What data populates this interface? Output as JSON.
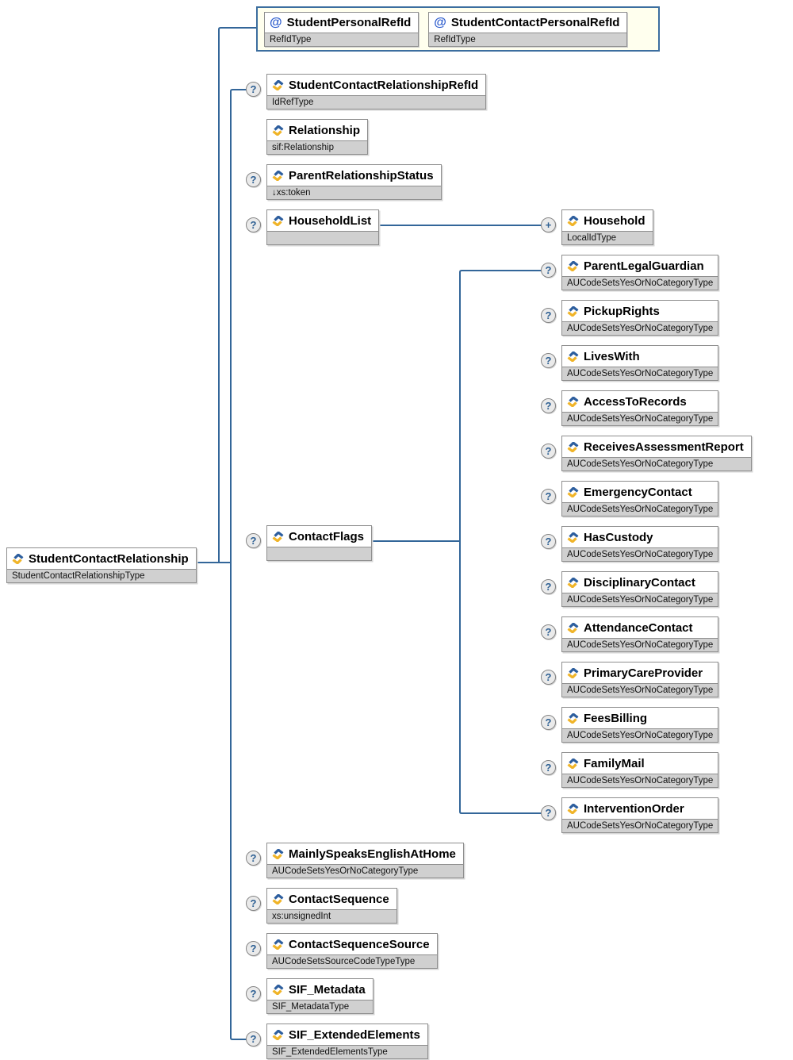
{
  "markers": {
    "optional_glyph": "?",
    "repeat_glyph": "+",
    "attribute_glyph": "@"
  },
  "colors": {
    "line": "#336699",
    "type_row_bg": "#d0d0d0",
    "marker_glyph": "#2e6093",
    "attr_group_bg": "#ffffee",
    "attr_group_border": "#3c6e9f",
    "icon_blue": "#2d5e9e",
    "icon_yellow": "#f0b428"
  },
  "root": {
    "name": "StudentContactRelationship",
    "type": "StudentContactRelationshipType",
    "occurs": "required"
  },
  "attributes_group": {
    "items": [
      {
        "name": "StudentPersonalRefId",
        "type": "RefIdType"
      },
      {
        "name": "StudentContactPersonalRefId",
        "type": "RefIdType"
      }
    ]
  },
  "elements": [
    {
      "name": "StudentContactRelationshipRefId",
      "type": "IdRefType",
      "occurs": "optional"
    },
    {
      "name": "Relationship",
      "type": "sif:Relationship",
      "occurs": "required"
    },
    {
      "name": "ParentRelationshipStatus",
      "type": "↓xs:token",
      "occurs": "optional"
    },
    {
      "name": "HouseholdList",
      "type": "",
      "occurs": "optional"
    },
    {
      "name": "ContactFlags",
      "type": "",
      "occurs": "optional"
    },
    {
      "name": "MainlySpeaksEnglishAtHome",
      "type": "AUCodeSetsYesOrNoCategoryType",
      "occurs": "optional"
    },
    {
      "name": "ContactSequence",
      "type": "xs:unsignedInt",
      "occurs": "optional"
    },
    {
      "name": "ContactSequenceSource",
      "type": "AUCodeSetsSourceCodeTypeType",
      "occurs": "optional"
    },
    {
      "name": "SIF_Metadata",
      "type": "SIF_MetadataType",
      "occurs": "optional"
    },
    {
      "name": "SIF_ExtendedElements",
      "type": "SIF_ExtendedElementsType",
      "occurs": "optional"
    }
  ],
  "household": {
    "name": "Household",
    "type": "LocalIdType",
    "occurs": "repeating"
  },
  "contact_flags_children": [
    {
      "name": "ParentLegalGuardian",
      "type": "AUCodeSetsYesOrNoCategoryType",
      "occurs": "optional"
    },
    {
      "name": "PickupRights",
      "type": "AUCodeSetsYesOrNoCategoryType",
      "occurs": "optional"
    },
    {
      "name": "LivesWith",
      "type": "AUCodeSetsYesOrNoCategoryType",
      "occurs": "optional"
    },
    {
      "name": "AccessToRecords",
      "type": "AUCodeSetsYesOrNoCategoryType",
      "occurs": "optional"
    },
    {
      "name": "ReceivesAssessmentReport",
      "type": "AUCodeSetsYesOrNoCategoryType",
      "occurs": "optional"
    },
    {
      "name": "EmergencyContact",
      "type": "AUCodeSetsYesOrNoCategoryType",
      "occurs": "optional"
    },
    {
      "name": "HasCustody",
      "type": "AUCodeSetsYesOrNoCategoryType",
      "occurs": "optional"
    },
    {
      "name": "DisciplinaryContact",
      "type": "AUCodeSetsYesOrNoCategoryType",
      "occurs": "optional"
    },
    {
      "name": "AttendanceContact",
      "type": "AUCodeSetsYesOrNoCategoryType",
      "occurs": "optional"
    },
    {
      "name": "PrimaryCareProvider",
      "type": "AUCodeSetsYesOrNoCategoryType",
      "occurs": "optional"
    },
    {
      "name": "FeesBilling",
      "type": "AUCodeSetsYesOrNoCategoryType",
      "occurs": "optional"
    },
    {
      "name": "FamilyMail",
      "type": "AUCodeSetsYesOrNoCategoryType",
      "occurs": "optional"
    },
    {
      "name": "InterventionOrder",
      "type": "AUCodeSetsYesOrNoCategoryType",
      "occurs": "optional"
    }
  ]
}
